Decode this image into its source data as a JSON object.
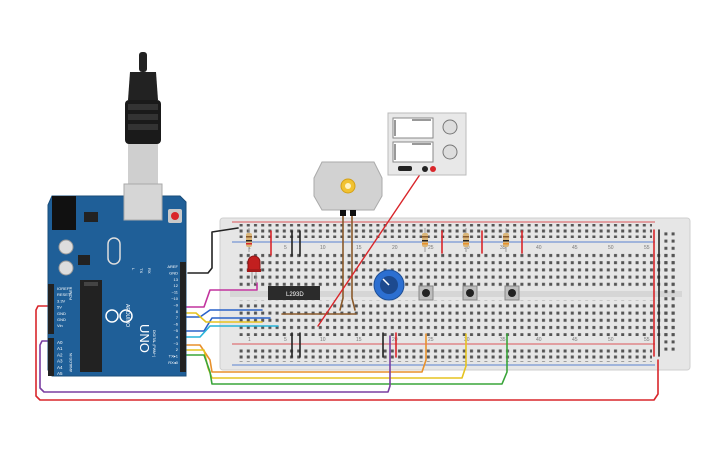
{
  "arduino": {
    "brand": "ARDUINO",
    "model": "UNO",
    "digital_label": "DIGITAL (PWM~)",
    "power_label": "POWER",
    "analog_label": "ANALOG IN",
    "top_pins": [
      "AREF",
      "GND",
      "13",
      "12",
      "~11",
      "~10",
      "~9",
      "8",
      "7",
      "~6",
      "~5",
      "4",
      "~3",
      "2",
      "TX▸1",
      "RX◂0"
    ],
    "power_pins": [
      "IOREF",
      "RESET",
      "3.3V",
      "5V",
      "GND",
      "GND",
      "Vin"
    ],
    "analog_pins": [
      "A0",
      "A1",
      "A2",
      "A3",
      "A4",
      "A5"
    ],
    "tx_label": "TX",
    "rx_label": "RX",
    "l_label": "L"
  },
  "ic": {
    "label": "L293D"
  },
  "breadboard": {
    "column_numbers": [
      "1",
      "5",
      "10",
      "15",
      "20",
      "25",
      "30",
      "35",
      "40",
      "45",
      "50",
      "55"
    ]
  },
  "colors": {
    "board_blue": "#1f5f98",
    "breadboard": "#e9e9e9",
    "wire_red": "#d9262b",
    "wire_black": "#222222",
    "wire_purple": "#7a3ea1",
    "wire_magenta": "#c2339e",
    "wire_orange": "#e8912c",
    "wire_yellow": "#e5c320",
    "wire_green": "#3aa53a",
    "wire_cyan": "#27b3d9",
    "wire_blue": "#2a62c9",
    "wire_brown": "#8a5a2b"
  }
}
